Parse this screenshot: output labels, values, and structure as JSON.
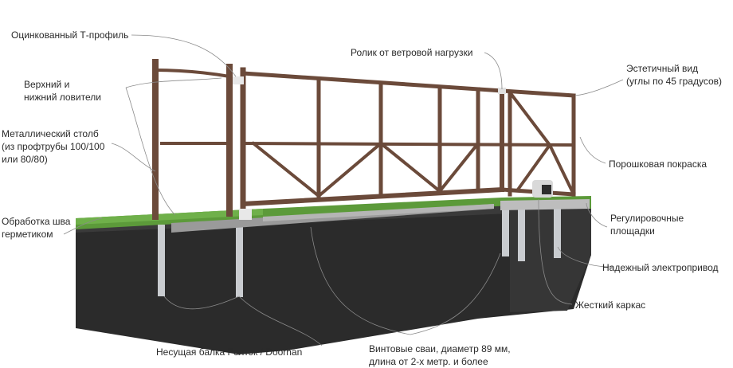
{
  "labels": {
    "t_profile": [
      "Оцинкованный Т-профиль"
    ],
    "catchers": [
      "Верхний и",
      "нижний ловители"
    ],
    "post": [
      "Металлический столб",
      "(из профтрубы 100/100",
      "или 80/80)"
    ],
    "seam": [
      "Обработка шва",
      "герметиком"
    ],
    "beam": [
      "Несущая балка Ролтэк / Doorhan"
    ],
    "piles": [
      "Винтовые сваи, диаметр 89 мм,",
      "длина от 2-х метр. и более"
    ],
    "frame": [
      "Жесткий каркас"
    ],
    "drive": [
      "Надежный электропривод"
    ],
    "pads": [
      "Регулировочные",
      "площадки"
    ],
    "paint": [
      "Порошковая покраска"
    ],
    "aesthetic": [
      "Эстетичный вид",
      "(углы по 45 градусов)"
    ],
    "roller": [
      "Ролик от ветровой нагрузки"
    ]
  },
  "colors": {
    "metal": "#6b4a3a",
    "metal_dark": "#4e3427",
    "soil": "#2b2b2b",
    "grass": "#5c9a3a",
    "pile": "#c9ccd0",
    "leader": "#8a8a8a"
  }
}
